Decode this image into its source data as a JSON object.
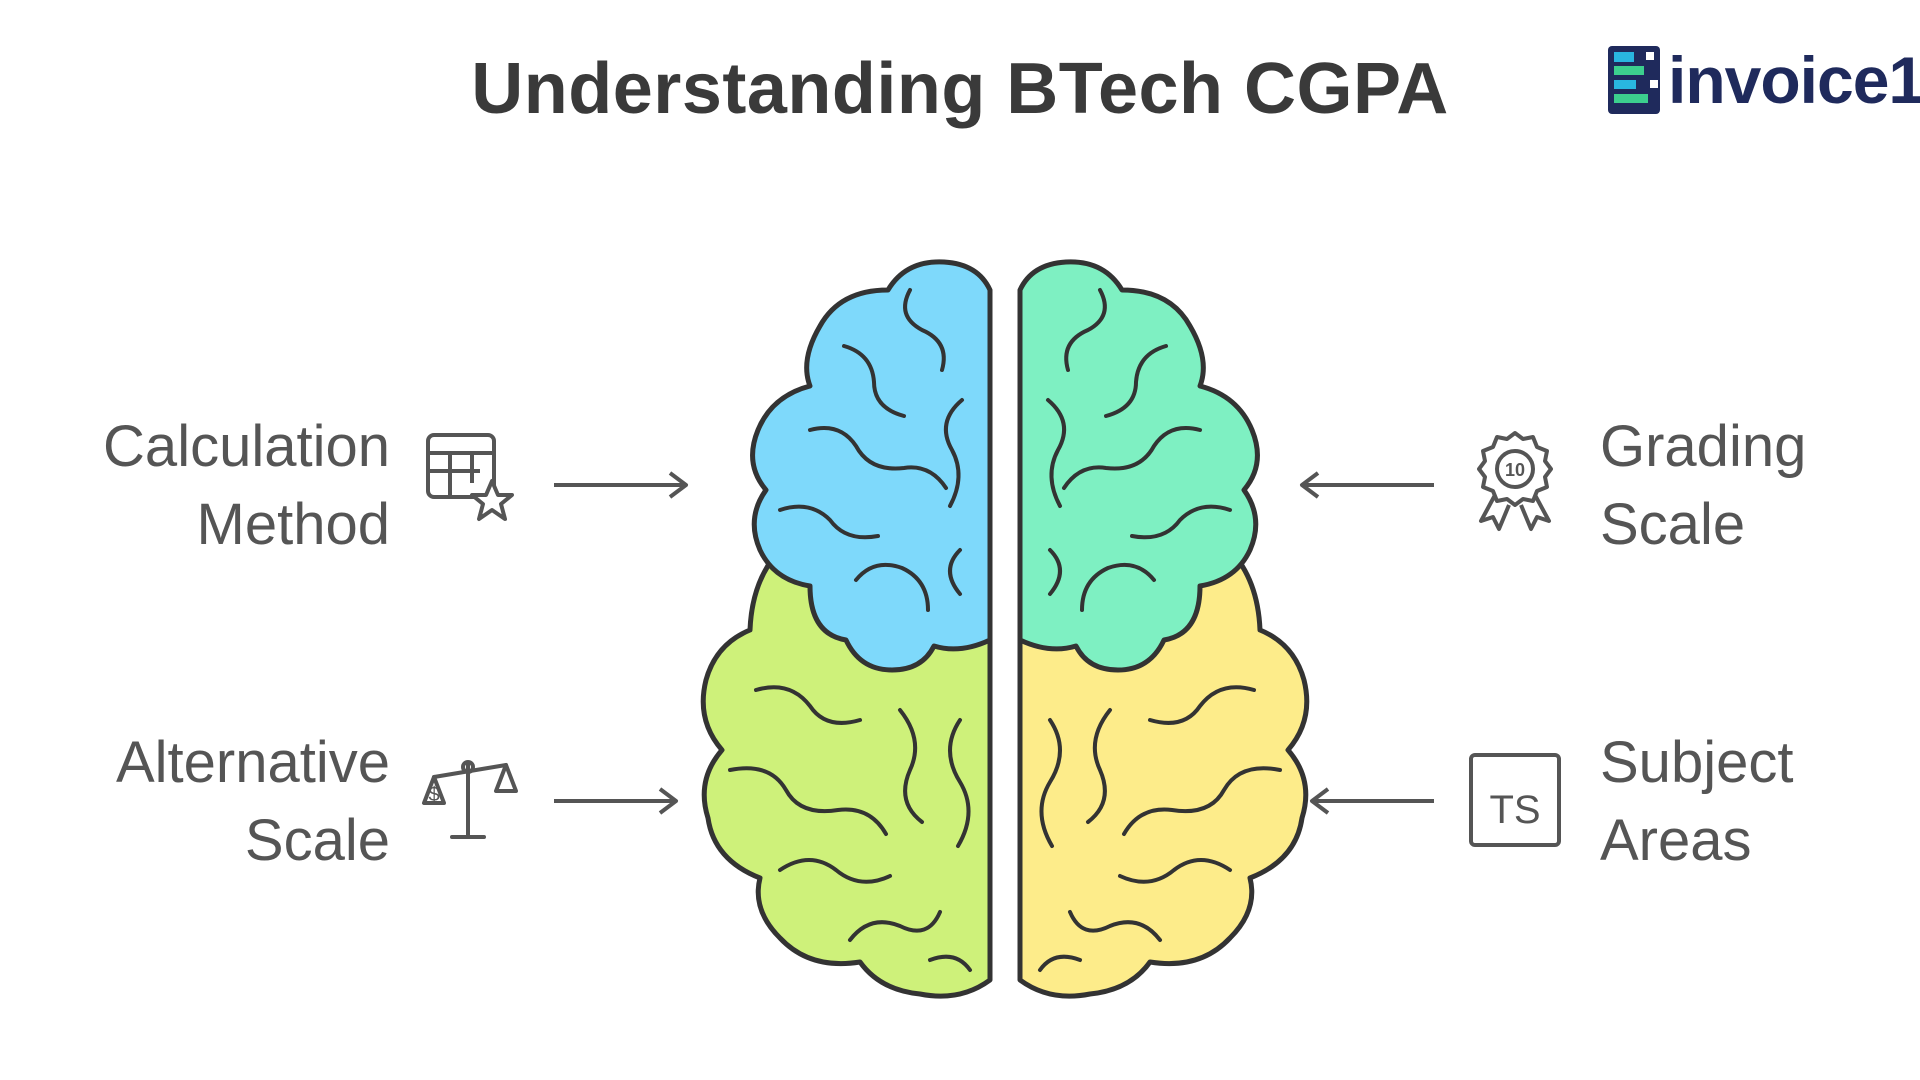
{
  "title": "Understanding BTech CGPA",
  "logo": {
    "text": "invoice1",
    "icon": "invoice1-logo-icon"
  },
  "branches": [
    {
      "id": "calculation-method",
      "line1": "Calculation",
      "line2": "Method",
      "icon": "grid-star-icon",
      "side": "left"
    },
    {
      "id": "alternative-scale",
      "line1": "Alternative",
      "line2": "Scale",
      "icon": "balance-scale-icon",
      "side": "left"
    },
    {
      "id": "grading-scale",
      "line1": "Grading",
      "line2": "Scale",
      "icon": "award-badge-icon",
      "side": "right"
    },
    {
      "id": "subject-areas",
      "line1": "Subject",
      "line2": "Areas",
      "icon": "ts-box-icon",
      "side": "right"
    }
  ],
  "icon_texts": {
    "badge": "10",
    "box": "TS"
  },
  "colors": {
    "upper_left": "#7ed9fb",
    "upper_right": "#7ef0c2",
    "lower_left": "#cef17a",
    "lower_right": "#fdec8a",
    "outline": "#333333",
    "text": "#555555",
    "title": "#3a3a3a",
    "logo_text": "#1f2a5c"
  }
}
